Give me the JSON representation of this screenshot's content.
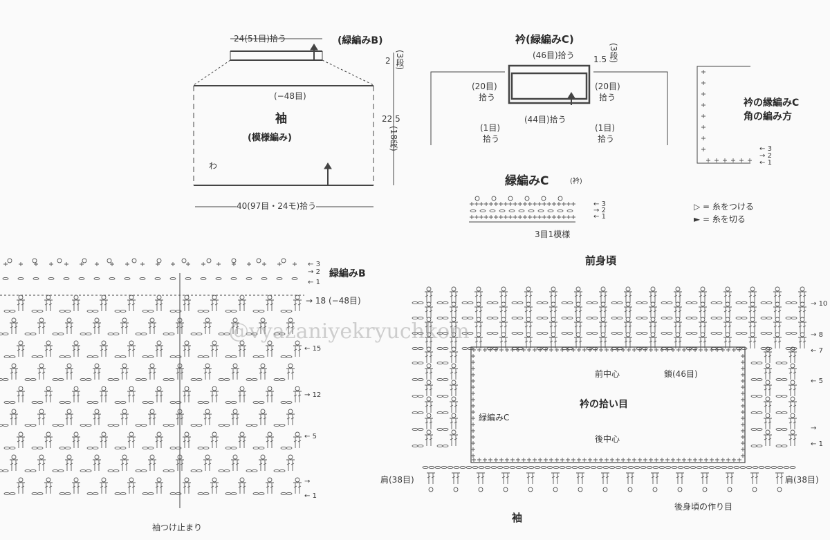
{
  "sleeve_schematic": {
    "top_width": "24(51目)拾う",
    "edging_b": "(緑編みB)",
    "edge_height": "2",
    "edge_rows": "(3段)",
    "decrease": "(−48目)",
    "title": "袖",
    "subtitle": "(模様編み)",
    "fold": "わ",
    "height": "22.5",
    "height_rows": "(18段)",
    "bottom_width": "40(97目・24モ)拾う"
  },
  "collar_schematic": {
    "title": "衿(緑編みC)",
    "top_pick": "(46目)拾う",
    "height": "1.5",
    "rows": "(3段)",
    "left_side": [
      "(20目)",
      "拾う"
    ],
    "right_side": [
      "(20目)",
      "拾う"
    ],
    "bottom_pick": "(44目)拾う",
    "left_corner": [
      "(1目)",
      "拾う"
    ],
    "right_corner": [
      "(1目)",
      "拾う"
    ]
  },
  "corner_chart": {
    "title1": "衿の縁編みC",
    "title2": "角の編み方",
    "rows": [
      "3",
      "2",
      "1"
    ]
  },
  "edging_c": {
    "title": "緑編みC",
    "sub": "(衿)",
    "rows": [
      "3",
      "2",
      "1"
    ],
    "repeat": "3目1模様"
  },
  "legend": {
    "attach": "▷ = 糸をつける",
    "cut": "► = 糸を切る"
  },
  "sleeve_chart": {
    "edging_label": "緑編みB",
    "rows": [
      "3",
      "2",
      "1",
      "18 (−48目)",
      "15",
      "12",
      "5",
      "1"
    ],
    "end_label": "袖つけ止まり"
  },
  "body_chart": {
    "front": "前身頃",
    "rows": [
      "10",
      "8",
      "7",
      "5",
      "",
      "1"
    ],
    "front_center": "前中心",
    "chain": "鎖(46目)",
    "pickup": "衿の拾い目",
    "edging": "緑編みC",
    "back_center": "後中心",
    "shoulder_left": "肩(38目)",
    "shoulder_right": "肩(38目)",
    "back_foundation": "後身頃の作り目",
    "sleeve": "袖"
  },
  "watermark": "@vyazaniyekryuchkom"
}
